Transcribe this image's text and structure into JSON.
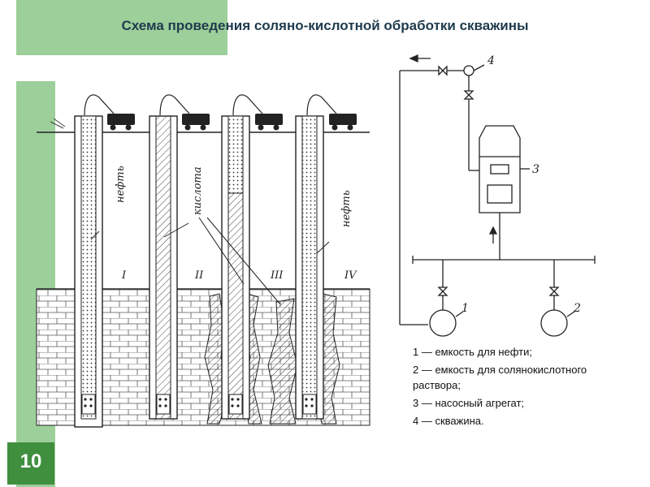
{
  "title": "Схема проведения соляно-кислотной обработки скважины",
  "slide_number": "10",
  "labels": {
    "neft_left": "нефть",
    "kislota": "кислота",
    "neft_right": "нефть",
    "well_numbers": [
      "I",
      "II",
      "III",
      "IV"
    ],
    "num_1": "1",
    "num_2": "2",
    "num_3": "3",
    "num_4": "4"
  },
  "legend": [
    "1 — емкость для нефти;",
    "2 — емкость для солянокислотного раствора;",
    "3 — насосный агрегат;",
    "4 — скважина."
  ],
  "colors": {
    "green_light": "#9dcf9a",
    "green_dark": "#3f8f3f",
    "title": "#1f3b4d"
  }
}
